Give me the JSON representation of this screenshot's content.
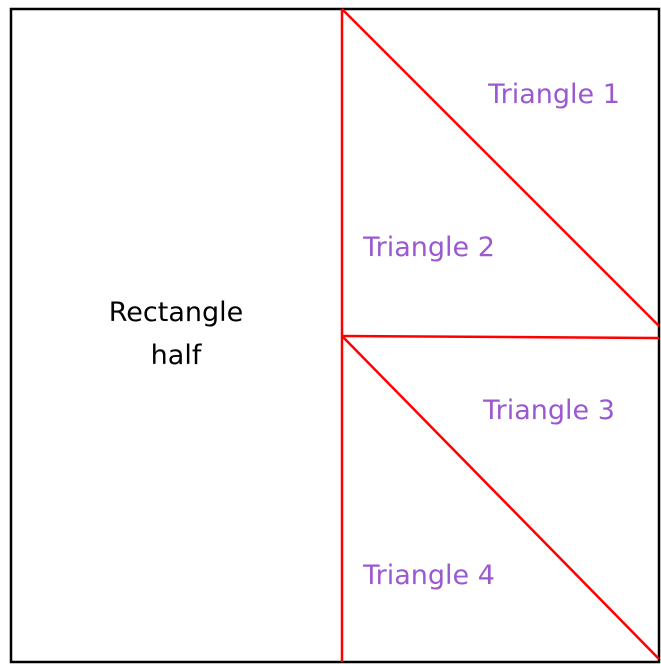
{
  "labels": {
    "rectangle_line1": "Rectangle",
    "rectangle_line2": "half",
    "triangle_1": "Triangle 1",
    "triangle_2": "Triangle 2",
    "triangle_3": "Triangle 3",
    "triangle_4": "Triangle 4"
  },
  "colors": {
    "outline": "#000000",
    "divider": "#ff0000",
    "triangle_text": "#9b59d0",
    "rectangle_text": "#000000"
  }
}
